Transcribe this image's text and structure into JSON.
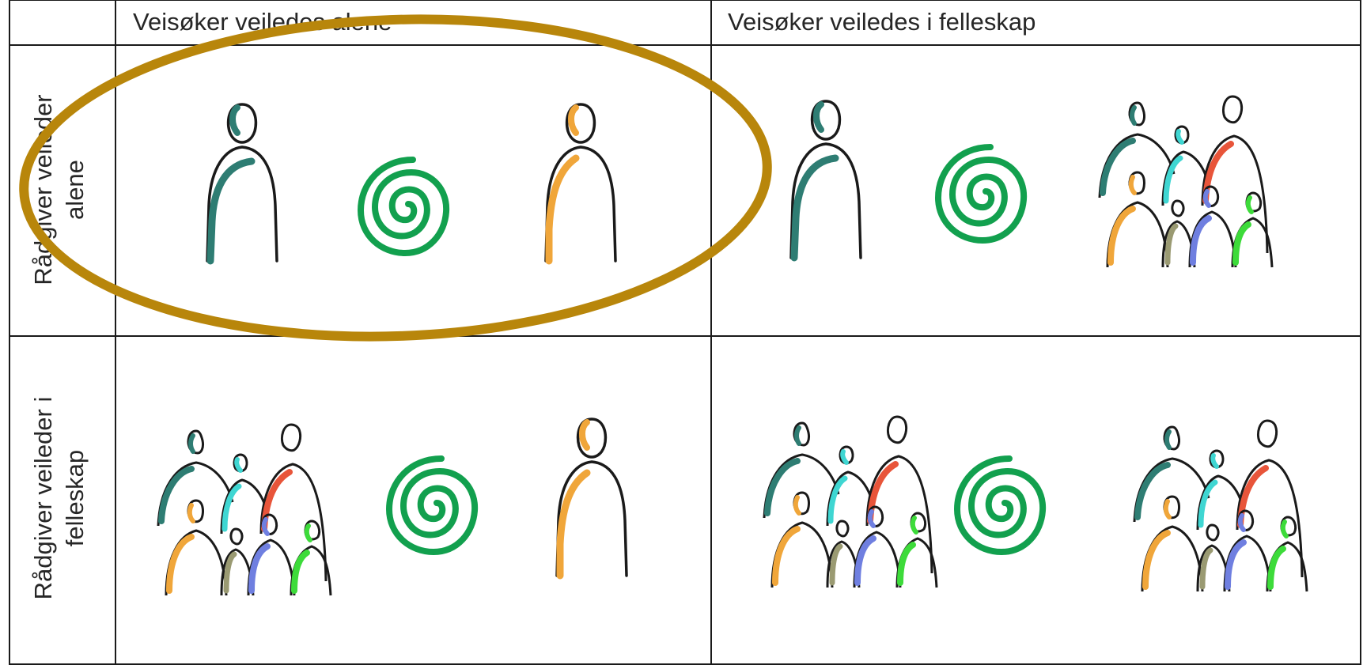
{
  "columns": {
    "alone": "Veisøker veiledes alene",
    "community": "Veisøker veiledes i felleskap"
  },
  "rows": {
    "alone_line1": "Rådgiver veileder",
    "alone_line2": "alene",
    "community_line1": "Rådgiver veileder i",
    "community_line2": "felleskap"
  },
  "colors": {
    "grid_line": "#1a1a1a",
    "highlight_ellipse": "#b8860b",
    "spiral": "#12a04e",
    "person_outline": "#1a1a1a",
    "teal": "#2e7d73",
    "cyan": "#3fd6d2",
    "red": "#e8553a",
    "orange": "#f0a63a",
    "khaki": "#9a9a72",
    "blue": "#6f7fe0",
    "green": "#3ddb3a"
  }
}
